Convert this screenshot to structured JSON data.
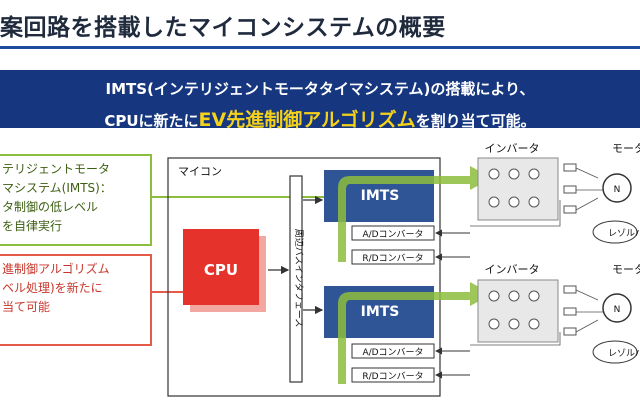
{
  "title": "案回路を搭載したマイコンシステムの概要",
  "banner": {
    "line1": "IMTS(インテリジェントモータタイマシステム)の搭載により、",
    "line2_pre": "CPUに新たに",
    "line2_highlight": "EV先進制御アルゴリズム",
    "line2_post": "を割り当て可能。"
  },
  "left_note_green": {
    "lines": [
      "テリジェントモータ",
      "マシステム(IMTS)：",
      "タ制御の低レベル",
      "を自律実行"
    ]
  },
  "left_note_red": {
    "lines": [
      "進制御アルゴリズム",
      "ベル処理)を新たに",
      "当て可能"
    ]
  },
  "diagram": {
    "microcontroller_label": "マイコン",
    "cpu_label": "CPU",
    "bus_label": "周辺バスインタフェース",
    "imts_label": "IMTS",
    "ad_converter_label": "A/Dコンバータ",
    "rd_converter_label": "R/Dコンバータ",
    "inverter_label": "インバータ",
    "motor_label": "モータ",
    "resolver_label": "レゾルバ"
  },
  "colors": {
    "banner_bg": "#16377f",
    "highlight": "#f5d21a",
    "cpu": "#e5322b",
    "imts": "#2f5597",
    "green_arrow": "#8dbd3c",
    "red_border": "#e65a4a"
  }
}
